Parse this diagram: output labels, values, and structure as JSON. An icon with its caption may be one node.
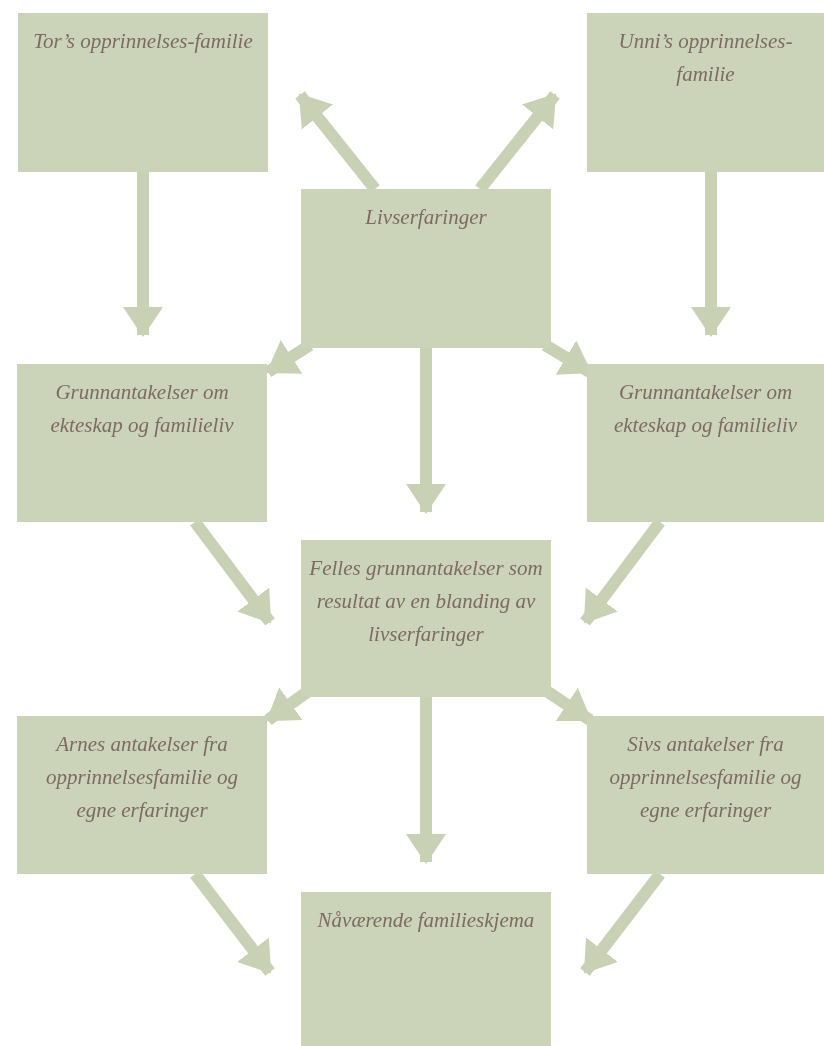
{
  "diagram": {
    "nodes": [
      {
        "text": [
          "Tor’s opprinnelses-familie"
        ]
      },
      {
        "text": [
          "Unni’s opprinnelses-familie"
        ]
      },
      {
        "text": [
          "Livserfaringer"
        ]
      },
      {
        "text": [
          "Grunnantakelser om ekteskap og familieliv"
        ]
      },
      {
        "text": [
          "Grunnantakelser om ekteskap og familieliv"
        ]
      },
      {
        "text": [
          "Felles grunnantakelser som resultat av en blanding av livserfaringer"
        ]
      },
      {
        "text": [
          "Arnes antakelser fra opprinnelsesfamilie og egne erfaringer"
        ]
      },
      {
        "text": [
          "Sivs antakelser fra opprinnelsesfamilie og egne erfaringer"
        ]
      },
      {
        "text": [
          "Nåværende familieskjema"
        ]
      }
    ],
    "edges": [
      {
        "from": 0,
        "to": 3,
        "arrow": "to"
      },
      {
        "from": 2,
        "to": 0,
        "arrow": "to"
      },
      {
        "from": 2,
        "to": 1,
        "arrow": "to"
      },
      {
        "from": 1,
        "to": 4,
        "arrow": "to"
      },
      {
        "from": 2,
        "to": 3,
        "arrow": "to"
      },
      {
        "from": 2,
        "to": 4,
        "arrow": "to"
      },
      {
        "from": 2,
        "to": 5,
        "arrow": "to"
      },
      {
        "from": 3,
        "to": 5,
        "arrow": "to"
      },
      {
        "from": 4,
        "to": 5,
        "arrow": "to"
      },
      {
        "from": 5,
        "to": 6,
        "arrow": "to"
      },
      {
        "from": 5,
        "to": 7,
        "arrow": "to"
      },
      {
        "from": 5,
        "to": 8,
        "arrow": "to"
      },
      {
        "from": 6,
        "to": 8,
        "arrow": "to"
      },
      {
        "from": 7,
        "to": 8,
        "arrow": "to"
      }
    ]
  }
}
